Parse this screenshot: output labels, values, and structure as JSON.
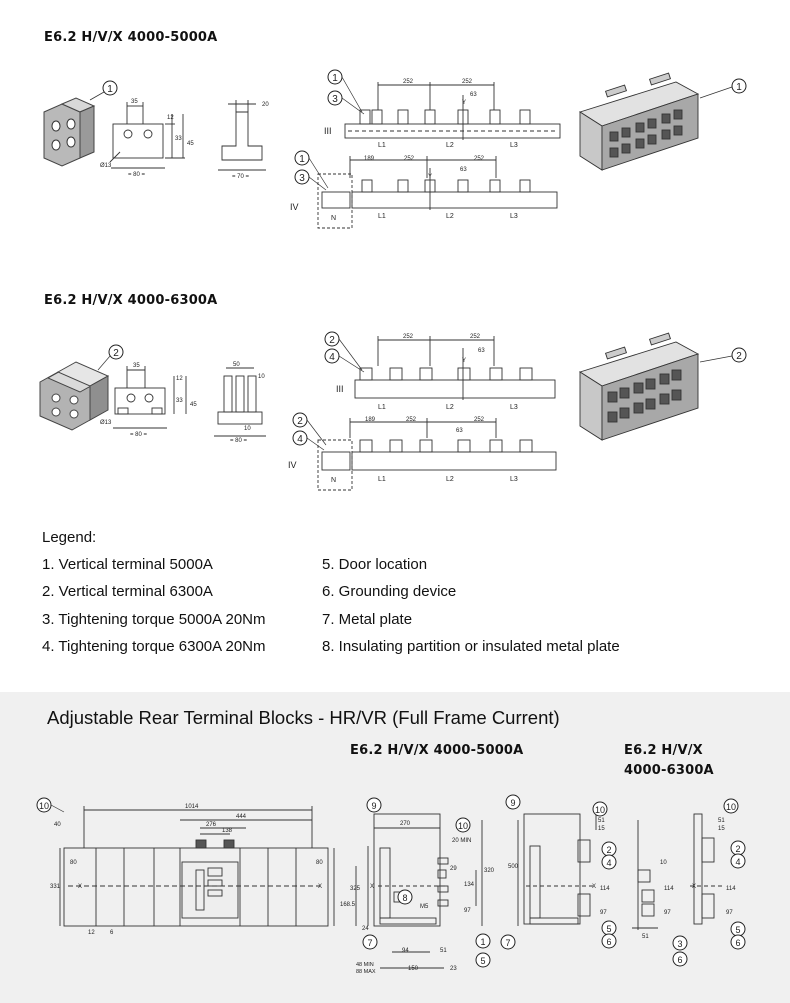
{
  "section1": {
    "title": "E6.2 H/V/X 4000-5000A",
    "dims": {
      "d35": "35",
      "d12": "12",
      "d33": "33",
      "d45": "45",
      "d13": "Ø13",
      "d80": "= 80 =",
      "d20": "20",
      "d70": "= 70 ="
    },
    "row_III": "III",
    "row_IV": "IV",
    "spacing": {
      "s252a": "252",
      "s252b": "252",
      "s63": "63",
      "s189": "189",
      "s252c": "252",
      "s252d": "252",
      "s63b": "63"
    },
    "y": "Y",
    "phases": {
      "l1": "L1",
      "l2": "L2",
      "l3": "L3",
      "n": "N"
    },
    "callouts": {
      "c1a": "1",
      "c3a": "3",
      "c1b": "1",
      "c3b": "3",
      "c1c": "1"
    }
  },
  "section2": {
    "title": "E6.2 H/V/X 4000-6300A",
    "dims": {
      "d35": "35",
      "d12": "12",
      "d33": "33",
      "d45": "45",
      "d13": "Ø13",
      "d80": "= 80 =",
      "d50": "50",
      "d10": "10",
      "d10b": "10",
      "d80b": "= 80 ="
    },
    "row_III": "III",
    "row_IV": "IV",
    "spacing": {
      "s252a": "252",
      "s252b": "252",
      "s63": "63",
      "s189": "189",
      "s252c": "252",
      "s252d": "252",
      "s63b": "63"
    },
    "y": "Y",
    "phases": {
      "l1": "L1",
      "l2": "L2",
      "l3": "L3",
      "n": "N"
    },
    "callouts": {
      "c2a": "2",
      "c4a": "4",
      "c2b": "2",
      "c4b": "4",
      "c2c": "2"
    }
  },
  "legend": {
    "heading": "Legend:",
    "items": [
      "1. Vertical terminal 5000A",
      "2. Vertical terminal 6300A",
      "3. Tightening torque 5000A 20Nm",
      "4. Tightening torque 6300A 20Nm",
      "5. Door location",
      "6. Grounding device",
      "7. Metal plate",
      "8. Insulating partition or insulated metal plate"
    ]
  },
  "section3": {
    "title": "Adjustable Rear Terminal Blocks - HR/VR (Full Frame Current)",
    "sub_title_5000": "E6.2 H/V/X 4000-5000A",
    "sub_title_6300_line1": "E6.2 H/V/X",
    "sub_title_6300_line2": "4000-6300A",
    "front_dims": {
      "d1014": "1014",
      "d444": "444",
      "d276": "276",
      "d138": "138",
      "d40": "40",
      "d80a": "80",
      "d80b": "80",
      "d331": "331",
      "d12": "12",
      "d6": "6",
      "x1": "X",
      "x2": "X"
    },
    "side_dims": {
      "d270": "270",
      "d20": "20 MIN",
      "d320": "320",
      "d325": "325",
      "d168": "168.5",
      "d24": "24",
      "d29": "29",
      "d134": "134",
      "d97": "97",
      "d500": "500",
      "d51": "51",
      "d15": "15",
      "d94": "94",
      "d150": "150",
      "d23": "23",
      "d48": "48 MIN",
      "d88": "88 MAX",
      "m5": "M5",
      "x": "X"
    },
    "side2_dims": {
      "d51": "51",
      "d15": "15",
      "d114": "114",
      "d97": "97",
      "x": "X"
    },
    "third_dims": {
      "d51": "51",
      "d15": "15",
      "d10": "10",
      "d114a": "114",
      "d114b": "114",
      "d97a": "97",
      "d97b": "97",
      "d51b": "51",
      "x": "X"
    },
    "callouts": {
      "c10a": "10",
      "c9a": "9",
      "c10b": "10",
      "c8": "8",
      "c7a": "7",
      "c1": "1",
      "c5a": "5",
      "c9b": "9",
      "c10c": "10",
      "c2a": "2",
      "c4a": "4",
      "c7b": "7",
      "c5b": "5",
      "c6a": "6",
      "c10d": "10",
      "c2b": "2",
      "c4b": "4",
      "c5c": "5",
      "c6b": "6",
      "c3": "3",
      "c6c": "6"
    }
  }
}
